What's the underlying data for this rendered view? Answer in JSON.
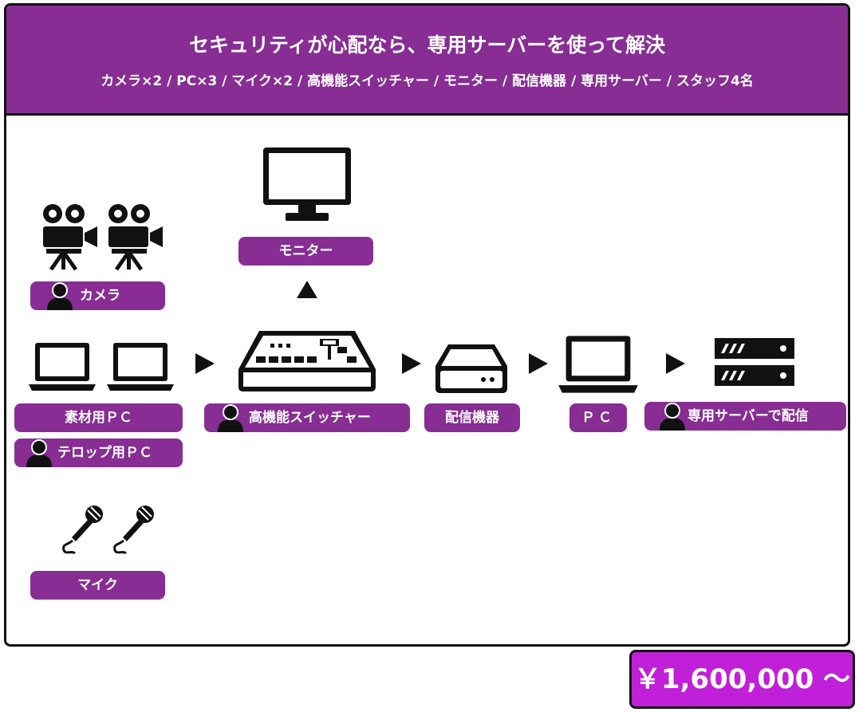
{
  "header": {
    "title": "セキュリティが心配なら、専用サーバーを使って解決",
    "subtitle": "カメラ×2 / PC×3 / マイク×2 / 高機能スイッチャー / モニター / 配信機器 / 専用サーバー / スタッフ4名",
    "color": "#872d94"
  },
  "labels": {
    "monitor": "モニター",
    "camera": "カメラ",
    "source_pc": "素材用ＰＣ",
    "telop_pc": "テロップ用ＰＣ",
    "switcher": "高機能スイッチャー",
    "streaming_device": "配信機器",
    "pc": "ＰＣ",
    "server": "専用サーバーで配信",
    "mic": "マイク"
  },
  "price": {
    "text": "￥1,600,000 〜",
    "color": "#c020d8"
  },
  "icons": [
    "video-camera-icon",
    "laptop-icon",
    "microphone-icon",
    "monitor-icon",
    "switcher-icon",
    "streaming-device-icon",
    "server-icon",
    "person-icon",
    "arrow-right-icon",
    "arrow-up-icon"
  ]
}
